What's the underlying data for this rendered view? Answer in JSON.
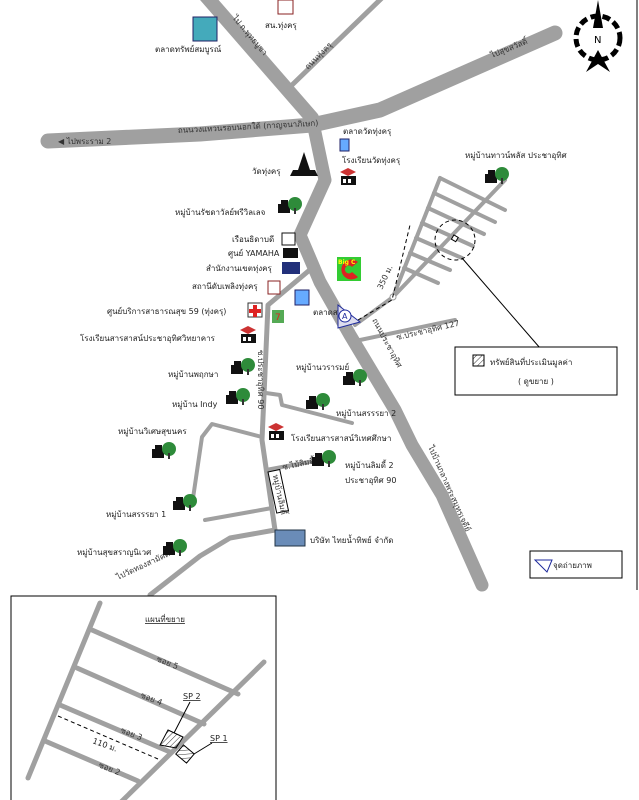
{
  "colors": {
    "road": "#a0a0a0",
    "tree": "#2e8b3a",
    "accent": "#1e2a9c"
  },
  "roads": {
    "to_phutthabucha": "ไป ถ.พุทธบูชา",
    "small_road": "ถนนทุ่งครุ",
    "to_rama2": "ไปพระราม 2",
    "ring_road": "ถนนวงแหวนรอบนอกใต้ (กาญจนาภิเษก)",
    "to_suksawat": "ไปสุขสวัสดิ์",
    "pracha_uthit": "ถนนประชาอุทิศ",
    "soi_127": "ซ.ประชาอุทิศ 127",
    "soi_90": "ซ.ประชาอุทิศ 90",
    "soi_limdee": "ซ.ไม้ลิมดี้",
    "limdee_gate": "หมู่บ้านลิมดี้",
    "to_phra_samut": "ไปบ้านกลางพระสมุทรเจดีย์",
    "to_bottom": "ไปวัดทองสามัคคี",
    "distance": "350 ม."
  },
  "places": {
    "sapsombun_market": "ตลาดทรัพย์สมบูรณ์",
    "police": "สน.ทุ่งครุ",
    "wat_market": "ตลาดวัดทุ่งครุ",
    "wat_school": "โรงเรียนวัดทุ่งครุ",
    "wat": "วัดทุ่งครุ",
    "ratchada_village": "หมู่บ้านรัชดาวัลย์พรีวิลเลจ",
    "ruenthida": "เรือนธิดาบดี",
    "yamaha": "ศูนย์ YAMAHA",
    "district_office": "สำนักงานเขตทุ่งครุ",
    "fire_station": "สถานีดับเพลิงทุ่งครุ",
    "health_center": "ศูนย์บริการสาธารณสุข 59 (ทุ่งครุ)",
    "fresh_market": "ตลาดสด",
    "sarasas_school": "โรงเรียนสารสาสน์ประชาอุทิศวิทยาคาร",
    "phruksa": "หมู่บ้านพฤกษา",
    "indy": "หมู่บ้าน Indy",
    "vararom": "หมู่บ้านวรารมย์",
    "sanya2": "หมู่บ้านสรรรยา 2",
    "wiset": "หมู่บ้านวิเศษสุขนคร",
    "sarasas_witet": "โรงเรียนสารสาสน์วิเทศศึกษา",
    "limdee2": "หมู่บ้านลิมดี้ 2",
    "limdee2_sub": "ประชาอุทิศ 90",
    "sanya1": "หมู่บ้านสรรรยา 1",
    "thai_namthip": "บริษัท ไทยน้ำทิพย์ จำกัด",
    "suksaran": "หมู่บ้านสุขสราญนิเวศ",
    "townplus": "หมู่บ้านทาวน์พลัส ประชาอุทิศ",
    "bigc": "Big C",
    "seven": "7",
    "point_a": "A"
  },
  "compass": {
    "label": "N"
  },
  "legend": {
    "property": "ทรัพย์สินที่ประเมินมูลค่า",
    "property_sub": "( ดูขยาย )",
    "photo_point": "จุดถ่ายภาพ"
  },
  "inset": {
    "title": "แผนที่ขยาย",
    "soi5": "ซอย 5",
    "soi4": "ซอย 4",
    "soi3": "ซอย 3",
    "soi2": "ซอย 2",
    "sp2": "SP 2",
    "sp1": "SP 1",
    "distance": "110 ม."
  }
}
